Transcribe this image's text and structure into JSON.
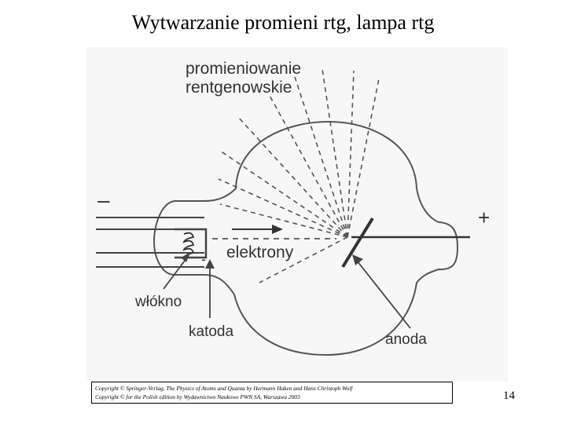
{
  "slide": {
    "title": "Wytwarzanie promieni rtg, lampa rtg",
    "page_number": "14"
  },
  "diagram": {
    "labels": {
      "radiation_line1": "promieniowanie",
      "radiation_line2": "rentgenowskie",
      "electrons": "elektrony",
      "filament": "włókno",
      "cathode": "katoda",
      "anode": "anoda",
      "minus_sign": "–",
      "cathode_minus": "-",
      "plus_sign": "+"
    }
  },
  "copyright": {
    "line1": "Copyright © Springer-Verlag, The Physics of Atoms and Quanta by Hermann Haken and Hans Christoph Wolf",
    "line2": "Copyright © for the Polish edition by Wydawnictwo Naukowe PWN SA, Warszawa 2003"
  }
}
